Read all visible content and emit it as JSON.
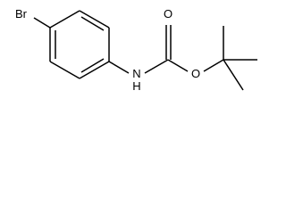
{
  "molecule": {
    "atoms": {
      "bromine": "Br",
      "amine_nitrogen": "N",
      "amine_hydrogen": "H",
      "carbonyl_oxygen": "O",
      "ester_oxygen": "O"
    }
  }
}
